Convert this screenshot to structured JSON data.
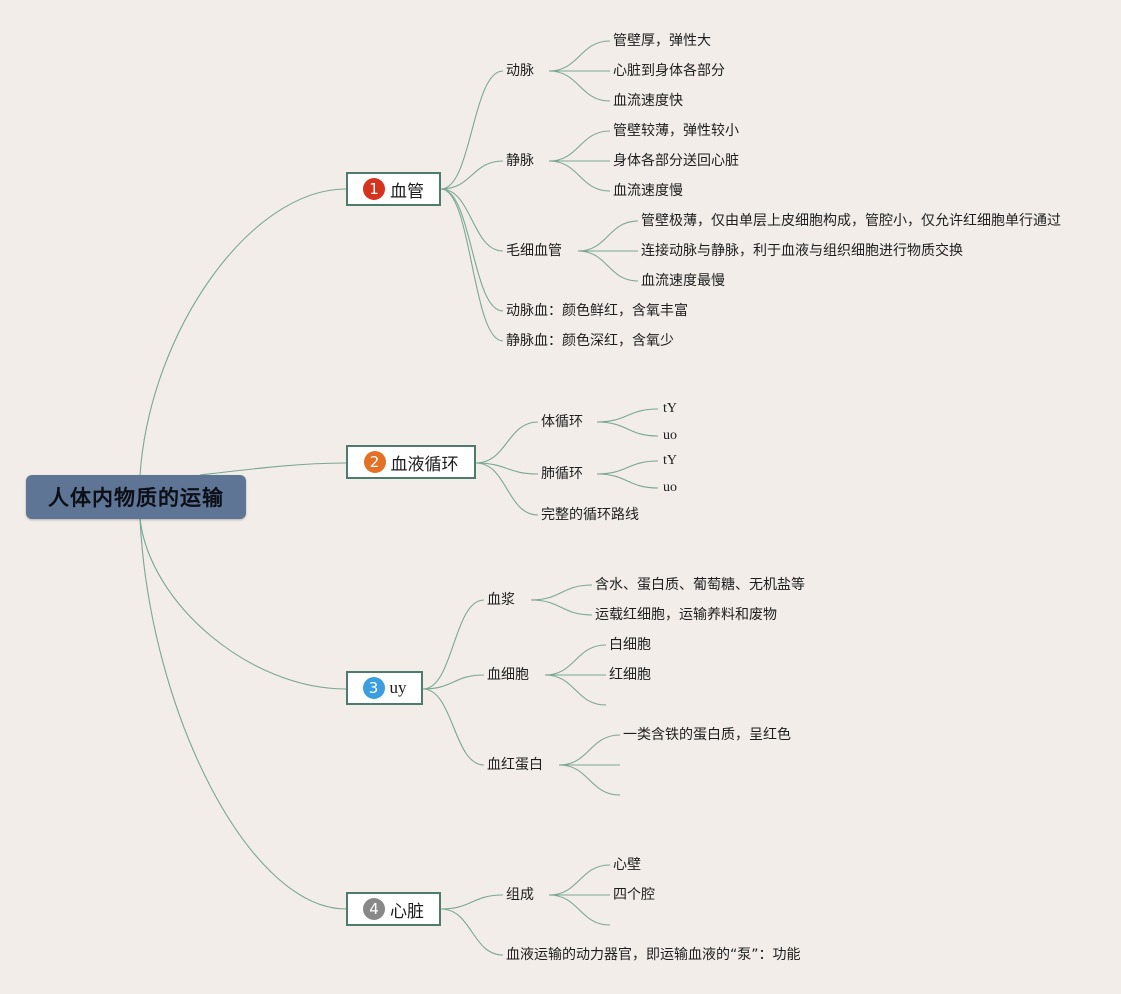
{
  "root": {
    "label": "人体内物质的运输"
  },
  "colors": {
    "badge1": "#d6331f",
    "badge2": "#e27126",
    "badge3": "#3a9ee0",
    "badge4": "#888888",
    "link": "#7aa795"
  },
  "branches": [
    {
      "badge": "1",
      "label": "血管",
      "children": [
        {
          "label": "动脉",
          "children": [
            "管壁厚，弹性大",
            "心脏到身体各部分",
            "血流速度快"
          ]
        },
        {
          "label": "静脉",
          "children": [
            "管壁较薄，弹性较小",
            "身体各部分送回心脏",
            "血流速度慢"
          ]
        },
        {
          "label": "毛细血管",
          "children": [
            "管壁极薄，仅由单层上皮细胞构成，管腔小，仅允许红细胞单行通过",
            "连接动脉与静脉，利于血液与组织细胞进行物质交换",
            "血流速度最慢"
          ]
        },
        {
          "label": "动脉血：颜色鲜红，含氧丰富"
        },
        {
          "label": "静脉血：颜色深红，含氧少"
        }
      ]
    },
    {
      "badge": "2",
      "label": "血液循环",
      "children": [
        {
          "label": "体循环",
          "children": [
            "tY",
            "uo"
          ]
        },
        {
          "label": "肺循环",
          "children": [
            "tY",
            "uo"
          ]
        },
        {
          "label": "完整的循环路线"
        }
      ]
    },
    {
      "badge": "3",
      "label": "uy",
      "children": [
        {
          "label": "血浆",
          "children": [
            "含水、蛋白质、葡萄糖、无机盐等",
            "运载红细胞，运输养料和废物"
          ]
        },
        {
          "label": "血细胞",
          "children": [
            "白细胞",
            "红细胞",
            ""
          ]
        },
        {
          "label": "血红蛋白",
          "children": [
            "一类含铁的蛋白质，呈红色",
            "",
            ""
          ]
        }
      ]
    },
    {
      "badge": "4",
      "label": "心脏",
      "children": [
        {
          "label": "组成",
          "children": [
            "心壁",
            "四个腔",
            ""
          ]
        },
        {
          "label": "血液运输的动力器官，即运输血液的“泵”：功能"
        }
      ]
    }
  ]
}
